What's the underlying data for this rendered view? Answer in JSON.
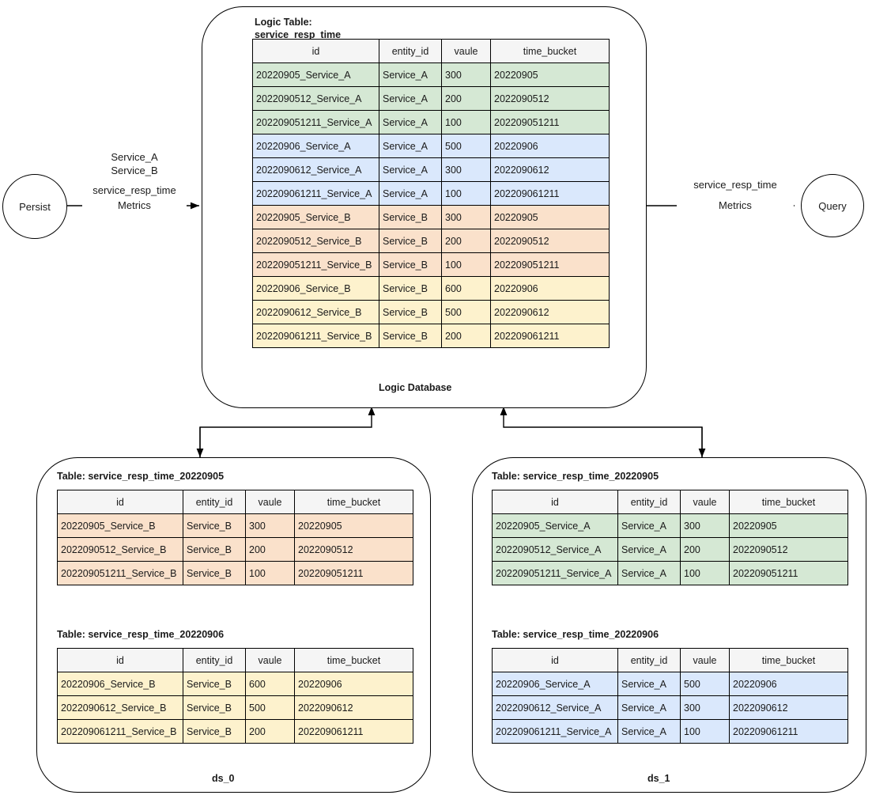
{
  "nodes": {
    "persist": "Persist",
    "query": "Query"
  },
  "edges": {
    "persist_in_line1": "Service_A",
    "persist_in_line2": "Service_B",
    "persist_in_line3": "service_resp_time",
    "persist_in_line4": "Metrics",
    "query_out_line1": "service_resp_time",
    "query_out_line2": "Metrics"
  },
  "logic_db": {
    "caption": "Logic Database",
    "table_title_line1": "Logic Table:",
    "table_title_line2": "service_resp_time",
    "columns": [
      "id",
      "entity_id",
      "vaule",
      "time_bucket"
    ],
    "rows": [
      {
        "id": "20220905_Service_A",
        "entity_id": "Service_A",
        "vaule": "300",
        "time_bucket": "20220905",
        "color": "green"
      },
      {
        "id": "2022090512_Service_A",
        "entity_id": "Service_A",
        "vaule": "200",
        "time_bucket": "2022090512",
        "color": "green"
      },
      {
        "id": "202209051211_Service_A",
        "entity_id": "Service_A",
        "vaule": "100",
        "time_bucket": "202209051211",
        "color": "green"
      },
      {
        "id": "20220906_Service_A",
        "entity_id": "Service_A",
        "vaule": "500",
        "time_bucket": "20220906",
        "color": "blue"
      },
      {
        "id": "2022090612_Service_A",
        "entity_id": "Service_A",
        "vaule": "300",
        "time_bucket": "2022090612",
        "color": "blue"
      },
      {
        "id": "202209061211_Service_A",
        "entity_id": "Service_A",
        "vaule": "100",
        "time_bucket": "202209061211",
        "color": "blue"
      },
      {
        "id": "20220905_Service_B",
        "entity_id": "Service_B",
        "vaule": "300",
        "time_bucket": "20220905",
        "color": "orange"
      },
      {
        "id": "2022090512_Service_B",
        "entity_id": "Service_B",
        "vaule": "200",
        "time_bucket": "2022090512",
        "color": "orange"
      },
      {
        "id": "202209051211_Service_B",
        "entity_id": "Service_B",
        "vaule": "100",
        "time_bucket": "202209051211",
        "color": "orange"
      },
      {
        "id": "20220906_Service_B",
        "entity_id": "Service_B",
        "vaule": "600",
        "time_bucket": "20220906",
        "color": "yellow"
      },
      {
        "id": "2022090612_Service_B",
        "entity_id": "Service_B",
        "vaule": "500",
        "time_bucket": "2022090612",
        "color": "yellow"
      },
      {
        "id": "202209061211_Service_B",
        "entity_id": "Service_B",
        "vaule": "200",
        "time_bucket": "202209061211",
        "color": "yellow"
      }
    ]
  },
  "ds_0": {
    "caption": "ds_0",
    "tables": [
      {
        "title": "Table: service_resp_time_20220905",
        "columns": [
          "id",
          "entity_id",
          "vaule",
          "time_bucket"
        ],
        "rows": [
          {
            "id": "20220905_Service_B",
            "entity_id": "Service_B",
            "vaule": "300",
            "time_bucket": "20220905",
            "color": "orange"
          },
          {
            "id": "2022090512_Service_B",
            "entity_id": "Service_B",
            "vaule": "200",
            "time_bucket": "2022090512",
            "color": "orange"
          },
          {
            "id": "202209051211_Service_B",
            "entity_id": "Service_B",
            "vaule": "100",
            "time_bucket": "202209051211",
            "color": "orange"
          }
        ]
      },
      {
        "title": "Table: service_resp_time_20220906",
        "columns": [
          "id",
          "entity_id",
          "vaule",
          "time_bucket"
        ],
        "rows": [
          {
            "id": "20220906_Service_B",
            "entity_id": "Service_B",
            "vaule": "600",
            "time_bucket": "20220906",
            "color": "yellow"
          },
          {
            "id": "2022090612_Service_B",
            "entity_id": "Service_B",
            "vaule": "500",
            "time_bucket": "2022090612",
            "color": "yellow"
          },
          {
            "id": "202209061211_Service_B",
            "entity_id": "Service_B",
            "vaule": "200",
            "time_bucket": "202209061211",
            "color": "yellow"
          }
        ]
      }
    ]
  },
  "ds_1": {
    "caption": "ds_1",
    "tables": [
      {
        "title": "Table: service_resp_time_20220905",
        "columns": [
          "id",
          "entity_id",
          "vaule",
          "time_bucket"
        ],
        "rows": [
          {
            "id": "20220905_Service_A",
            "entity_id": "Service_A",
            "vaule": "300",
            "time_bucket": "20220905",
            "color": "green"
          },
          {
            "id": "2022090512_Service_A",
            "entity_id": "Service_A",
            "vaule": "200",
            "time_bucket": "2022090512",
            "color": "green"
          },
          {
            "id": "202209051211_Service_A",
            "entity_id": "Service_A",
            "vaule": "100",
            "time_bucket": "202209051211",
            "color": "green"
          }
        ]
      },
      {
        "title": "Table: service_resp_time_20220906",
        "columns": [
          "id",
          "entity_id",
          "vaule",
          "time_bucket"
        ],
        "rows": [
          {
            "id": "20220906_Service_A",
            "entity_id": "Service_A",
            "vaule": "500",
            "time_bucket": "20220906",
            "color": "blue"
          },
          {
            "id": "2022090612_Service_A",
            "entity_id": "Service_A",
            "vaule": "300",
            "time_bucket": "2022090612",
            "color": "blue"
          },
          {
            "id": "202209061211_Service_A",
            "entity_id": "Service_A",
            "vaule": "100",
            "time_bucket": "202209061211",
            "color": "blue"
          }
        ]
      }
    ]
  },
  "palette": {
    "green": "#d5e8d4",
    "blue": "#dae8fc",
    "orange": "#fae1cb",
    "yellow": "#fdf2cd",
    "header": "#f5f5f5",
    "stroke": "#000000"
  }
}
